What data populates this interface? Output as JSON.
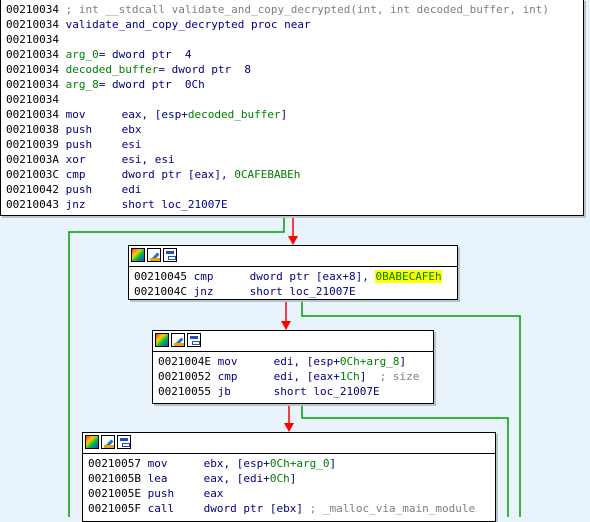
{
  "edge_colors": {
    "taken": "#00a000",
    "not_taken": "#ff0000",
    "highlight": "#ffff00"
  },
  "header_icons": [
    "color-palette-icon",
    "edit-pencil-icon",
    "graph-view-icon"
  ],
  "block1": {
    "lines": [
      {
        "addr": "00210034",
        "comment": " ; int __stdcall validate_and_copy_decrypted(int, int decoded_buffer, int)"
      },
      {
        "addr": "00210034",
        "label": " validate_and_copy_decrypted proc near"
      },
      {
        "addr": "00210034"
      },
      {
        "addr": "00210034",
        "var_name": " arg_0",
        "var_def": "= dword ptr  4"
      },
      {
        "addr": "00210034",
        "var_name": " decoded_buffer",
        "var_def": "= dword ptr  8"
      },
      {
        "addr": "00210034",
        "var_name": " arg_8",
        "var_def": "= dword ptr  0Ch"
      },
      {
        "addr": "00210034"
      },
      {
        "addr": "00210034",
        "mn": "mov",
        "op1": "eax, [esp+",
        "op1g": "decoded_buffer",
        "op1e": "]"
      },
      {
        "addr": "00210038",
        "mn": "push",
        "op1": "ebx"
      },
      {
        "addr": "00210039",
        "mn": "push",
        "op1": "esi"
      },
      {
        "addr": "0021003A",
        "mn": "xor",
        "op1": "esi, esi"
      },
      {
        "addr": "0021003C",
        "mn": "cmp",
        "op1": "dword ptr [eax], ",
        "op1g": "0CAFEBABEh"
      },
      {
        "addr": "00210042",
        "mn": "push",
        "op1": "edi"
      },
      {
        "addr": "00210043",
        "mn": "jnz",
        "op1": "short loc_21007E"
      }
    ]
  },
  "block2": {
    "lines": [
      {
        "addr": "00210045",
        "mn": "cmp",
        "op1": "dword ptr [eax+8], ",
        "op1h": "0BABECAFEh"
      },
      {
        "addr": "0021004C",
        "mn": "jnz",
        "op1": "short loc_21007E"
      }
    ]
  },
  "block3": {
    "lines": [
      {
        "addr": "0021004E",
        "mn": "mov",
        "op1": "edi, [esp+",
        "op1g": "0Ch+arg_8",
        "op1e": "]"
      },
      {
        "addr": "00210052",
        "mn": "cmp",
        "op1": "edi, [eax+",
        "op1g": "1Ch",
        "op1e": "]",
        "comment": "  ; size"
      },
      {
        "addr": "00210055",
        "mn": "jb",
        "op1": "short loc_21007E"
      }
    ]
  },
  "block4": {
    "lines": [
      {
        "addr": "00210057",
        "mn": "mov",
        "op1": "ebx, [esp+",
        "op1g": "0Ch+arg_0",
        "op1e": "]"
      },
      {
        "addr": "0021005B",
        "mn": "lea",
        "op1": "eax, [edi+",
        "op1g": "0Ch",
        "op1e": "]"
      },
      {
        "addr": "0021005E",
        "mn": "push",
        "op1": "eax"
      },
      {
        "addr": "0021005F",
        "mn": "call",
        "op1": "dword ptr [ebx]",
        "comment": " ; _malloc_via_main_module"
      }
    ]
  }
}
